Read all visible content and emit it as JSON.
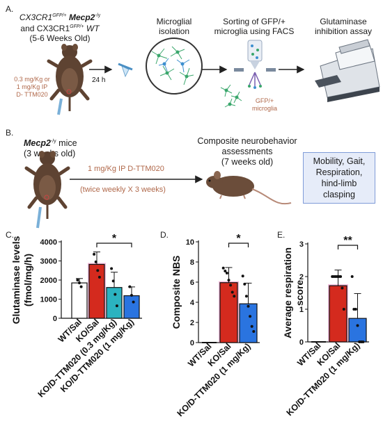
{
  "panel_a": {
    "letter": "A.",
    "mice_line1": "CX3CR1",
    "mice_line1_sup1": "GFP/+",
    "mice_line1_gene": "Mecp2",
    "mice_line1_sup2": "-/y",
    "mice_line2_prefix": "and CX3CR1",
    "mice_line2_sup": "GFP/+",
    "mice_line2_suffix": "WT",
    "mice_line3": "(5-6 Weeks Old)",
    "dose_lines": [
      "0.3 mg/Kg or",
      "1 mg/Kg IP",
      "D- TTM020"
    ],
    "arrow_label": "24 h",
    "step2_lines": [
      "Microglial",
      "isolation"
    ],
    "step3_lines": [
      "Sorting of GFP/+",
      "microglia using FACS"
    ],
    "gfp_lines": [
      "GFP/+",
      "microglia"
    ],
    "step4_lines": [
      "Glutaminase",
      "inhibition assay"
    ]
  },
  "panel_b": {
    "letter": "B.",
    "mice_gene": "Mecp2",
    "mice_sup": "-/y",
    "mice_suffix": " mice",
    "mice_age": "(3 weeks old)",
    "dose": "1 mg/Kg IP D-TTM020",
    "schedule": "(twice weekly X 3 weeks)",
    "assess_lines": [
      "Composite neurobehavior assessments",
      "(7 weeks old)"
    ],
    "outcome_lines": [
      "Mobility, Gait,",
      "Respiration,",
      "hind-limb",
      "clasping"
    ]
  },
  "colors": {
    "wt": "#ffffff",
    "ko_sal": "#d42a1e",
    "ko_low": "#2bb3c0",
    "ko_high": "#2a74e0",
    "pink_halo": "#ef86c0",
    "brown_text": "#b0684a",
    "box_fill": "#e6ecf9",
    "box_border": "#7f9bd8"
  },
  "chart_data": [
    {
      "panel": "C.",
      "type": "bar",
      "ylabel_lines": [
        "Glutaminase levels",
        "(fmol/mg/h)"
      ],
      "categories": [
        "WT/Sal",
        "KO/Sal",
        "KO/D-TTM020 (0.3 mg/Kg)",
        "KO/D-TTM020 (1 mg/Kg)"
      ],
      "values": [
        1850,
        2820,
        1610,
        1180
      ],
      "errors": [
        230,
        650,
        800,
        460
      ],
      "points": [
        [
          2000,
          1850,
          1650
        ],
        [
          3350,
          2950,
          2500,
          2150
        ],
        [
          2600,
          1950,
          1250,
          650
        ],
        [
          1650,
          1200,
          850
        ]
      ],
      "yticks": [
        0,
        1000,
        2000,
        3000,
        4000
      ],
      "ylim": [
        0,
        4000
      ],
      "significance": [
        {
          "from": 1,
          "to": 3,
          "label": "*"
        }
      ]
    },
    {
      "panel": "D.",
      "type": "bar",
      "ylabel_lines": [
        "Composite NBS"
      ],
      "categories": [
        "WT/Sal",
        "KO/Sal",
        "KO/D-TTM020 (1 mg/Kg)"
      ],
      "values": [
        0,
        5.95,
        3.85
      ],
      "errors": [
        0,
        1.5,
        2.05
      ],
      "points": [
        [],
        [
          7.4,
          7.1,
          6.9,
          6.2,
          5.7,
          5.0,
          4.6
        ],
        [
          6.6,
          5.8,
          4.6,
          3.6,
          2.6,
          1.6,
          1.1
        ]
      ],
      "yticks": [
        0,
        2,
        4,
        6,
        8,
        10
      ],
      "ylim": [
        0,
        10
      ],
      "significance": [
        {
          "from": 1,
          "to": 2,
          "label": "*"
        }
      ]
    },
    {
      "panel": "E.",
      "type": "bar",
      "ylabel_lines": [
        "Average respiration",
        "score"
      ],
      "categories": [
        "WT/Sal",
        "KO/Sal",
        "KO/D-TTM020 (1 mg/Kg)"
      ],
      "values": [
        0,
        1.72,
        0.72
      ],
      "errors": [
        0,
        0.48,
        0.76
      ],
      "points": [
        [],
        [
          2.0,
          2.0,
          2.0,
          2.0,
          2.0,
          2.0,
          1.65,
          1.0
        ],
        [
          2.0,
          1.0,
          1.0,
          0.5,
          0.0,
          0.0,
          0.0
        ]
      ],
      "yticks": [
        0,
        1,
        2,
        3
      ],
      "ylim": [
        0,
        3
      ],
      "significance": [
        {
          "from": 1,
          "to": 2,
          "label": "**"
        }
      ]
    }
  ]
}
